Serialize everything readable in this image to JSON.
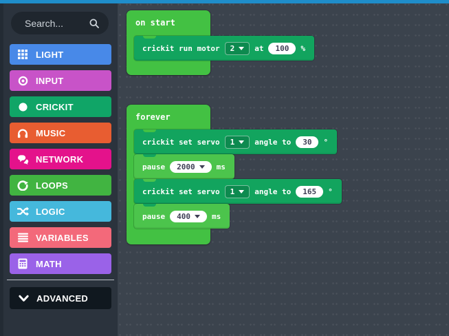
{
  "colors": {
    "topbar": "#1f8dca",
    "sidebar_bg": "#2b333d",
    "canvas_bg": "#3b434d",
    "container_green": "#43c143",
    "pause_green": "#4cc44c",
    "crickit_teal": "#12a45e"
  },
  "sidebar": {
    "search": {
      "placeholder": "Search..."
    },
    "categories": [
      {
        "label": "LIGHT",
        "color": "#4889e8",
        "icon": "grid-icon"
      },
      {
        "label": "INPUT",
        "color": "#c853c8",
        "icon": "target-icon"
      },
      {
        "label": "CRICKIT",
        "color": "#10a567",
        "icon": "circle-icon"
      },
      {
        "label": "MUSIC",
        "color": "#e85d31",
        "icon": "headphones-icon"
      },
      {
        "label": "NETWORK",
        "color": "#e4128b",
        "icon": "chat-bubbles-icon"
      },
      {
        "label": "LOOPS",
        "color": "#41b441",
        "icon": "loop-arrow-icon"
      },
      {
        "label": "LOGIC",
        "color": "#45b8dc",
        "icon": "shuffle-icon"
      },
      {
        "label": "VARIABLES",
        "color": "#f3697a",
        "icon": "list-lines-icon"
      },
      {
        "label": "MATH",
        "color": "#9a62e8",
        "icon": "calculator-icon"
      }
    ],
    "advanced": {
      "label": "ADVANCED",
      "icon": "chevron-down-icon"
    }
  },
  "workspace": {
    "on_start": {
      "label": "on start",
      "motor_block": {
        "text1": "crickit run motor",
        "motor_dropdown": "2",
        "text2": "at",
        "speed": "100",
        "unit": "%"
      }
    },
    "forever": {
      "label": "forever",
      "servo1": {
        "text1": "crickit set servo",
        "servo_dropdown": "1",
        "text2": "angle to",
        "angle": "30",
        "unit": "°"
      },
      "pause1": {
        "text1": "pause",
        "duration": "2000",
        "unit": "ms"
      },
      "servo2": {
        "text1": "crickit set servo",
        "servo_dropdown": "1",
        "text2": "angle to",
        "angle": "165",
        "unit": "°"
      },
      "pause2": {
        "text1": "pause",
        "duration": "400",
        "unit": "ms"
      }
    }
  }
}
